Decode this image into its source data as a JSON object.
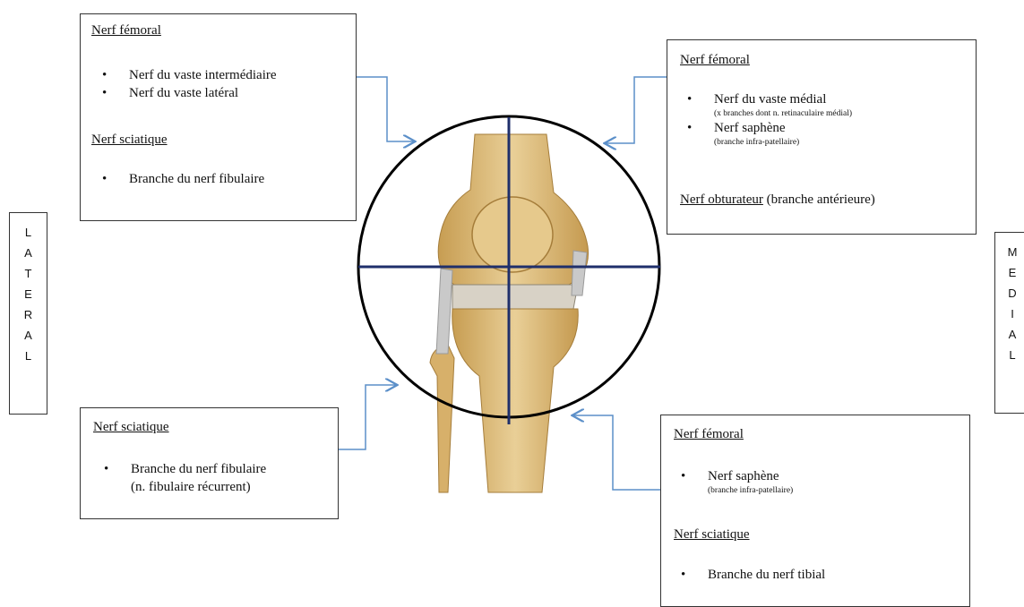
{
  "box_top_left": {
    "heading1": "Nerf fémoral",
    "items1": [
      "Nerf du vaste intermédiaire",
      "Nerf du vaste latéral"
    ],
    "heading2": "Nerf sciatique",
    "items2": [
      "Branche du nerf fibulaire"
    ]
  },
  "box_top_right": {
    "heading1": "Nerf fémoral",
    "item1": "Nerf du vaste médial",
    "item1_sub": "(x branches dont n. retinaculaire médial)",
    "item2": "Nerf saphène",
    "item2_sub": "(branche infra-patellaire)",
    "heading2": "Nerf obturateur",
    "heading2_suffix": " (branche antérieure)"
  },
  "box_bottom_left": {
    "heading": "Nerf sciatique",
    "item1": "Branche du nerf fibulaire",
    "item1_line2": "(n. fibulaire récurrent)"
  },
  "box_bottom_right": {
    "heading1": "Nerf fémoral",
    "item1": "Nerf saphène",
    "item1_sub": "(branche infra-patellaire)",
    "heading2": "Nerf sciatique",
    "item2": "Branche du nerf tibial"
  },
  "side_left": [
    "L",
    "A",
    "T",
    "E",
    "R",
    "A",
    "L"
  ],
  "side_right": [
    "M",
    "E",
    "D",
    "I",
    "A",
    "L"
  ],
  "colors": {
    "arrow": "#5b8fc9",
    "crosshair": "#1f2f6b",
    "bone": "#d9b878"
  }
}
